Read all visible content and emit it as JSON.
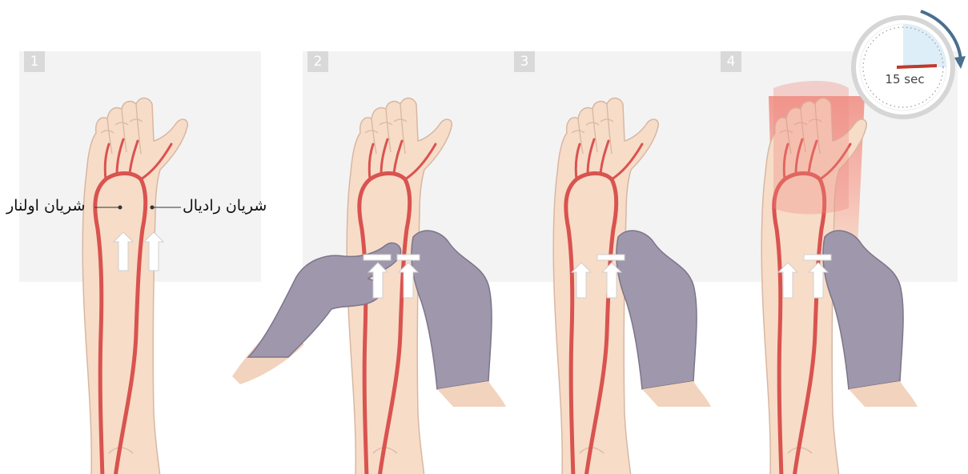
{
  "steps": [
    "1",
    "2",
    "3",
    "4"
  ],
  "labels": {
    "ulnar_artery": "شریان اولنار",
    "radial_artery": "شریان رادیال"
  },
  "timer": {
    "text": "15 sec"
  },
  "colors": {
    "skin": "#f7dcc8",
    "skin_outline": "#d7b7a2",
    "artery": "#d9534f",
    "artery_dark": "#b83a36",
    "glove": "#9f97ab",
    "glove_outline": "#7d758a",
    "flush": "#f1998f",
    "panel": "#f3f3f3",
    "badge": "#d9d9d9"
  },
  "icons": [
    "stopwatch-icon",
    "clockwise-arrow-icon",
    "upward-arrow-icon",
    "compression-bar-icon"
  ]
}
